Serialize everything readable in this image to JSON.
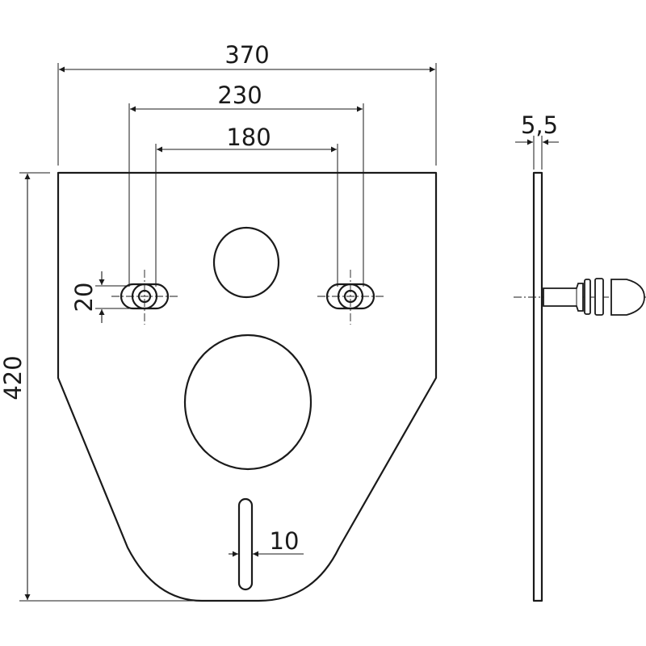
{
  "dimensions": {
    "overall_width": "370",
    "bolt_spacing_outer": "230",
    "bolt_spacing_inner": "180",
    "overall_height": "420",
    "slot_height": "20",
    "slot_width": "10",
    "plate_thickness": "5,5"
  }
}
